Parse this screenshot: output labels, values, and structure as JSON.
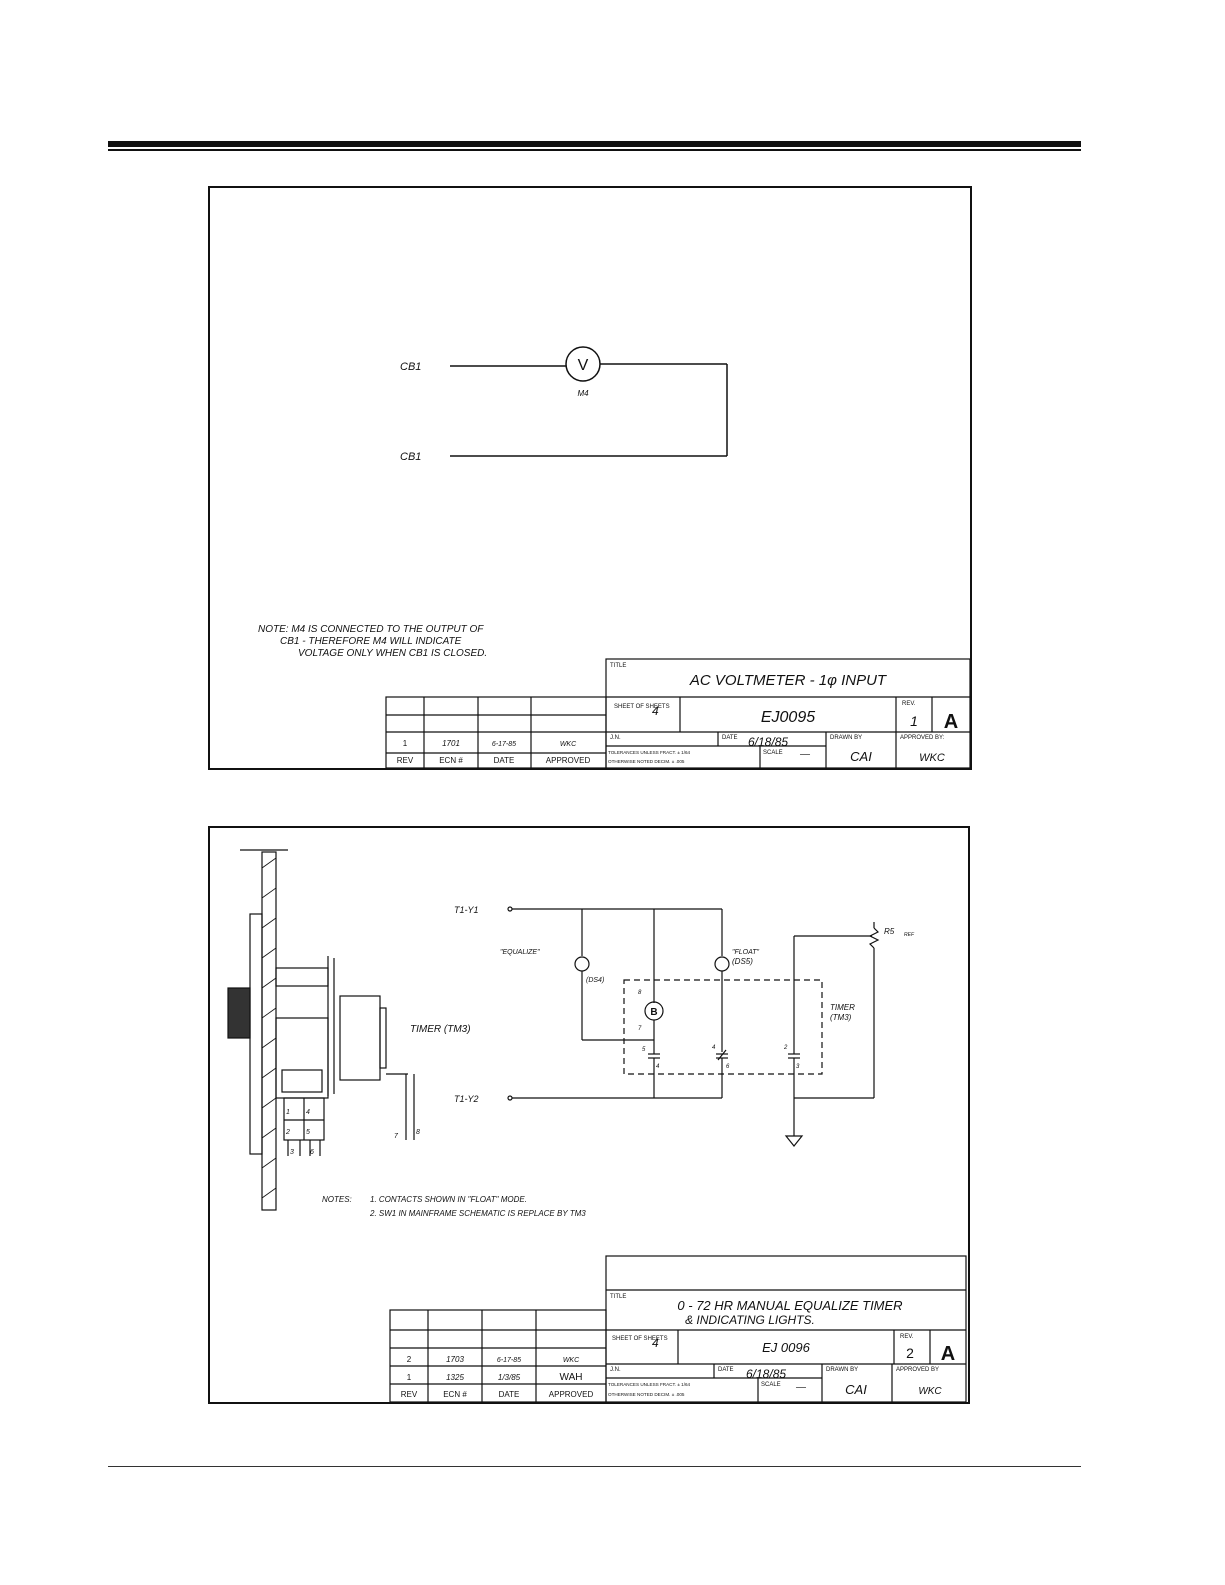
{
  "drawing1": {
    "labels": {
      "cb_top": "CB1",
      "cb_bot": "CB1",
      "meter_symbol": "V",
      "meter_ref": "M4"
    },
    "note_lines": [
      "NOTE: M4 IS CONNECTED TO THE OUTPUT OF",
      "CB1 - THEREFORE M4 WILL INDICATE",
      "VOLTAGE ONLY WHEN CB1 IS CLOSED."
    ],
    "title_block": {
      "title_label": "TITLE",
      "title": "AC VOLTMETER - 1φ INPUT",
      "sheet_label": "SHEET OF SHEETS",
      "sheet_no": "4",
      "drawing_no": "EJ0095",
      "rev_label": "REV.",
      "rev": "1",
      "size": "A",
      "jn_label": "J.N.",
      "date_label": "DATE",
      "date": "6/18/85",
      "drawn_label": "DRAWN BY",
      "drawn_by": "CAI",
      "approved_label": "APPROVED BY:",
      "approved_by": "WKC",
      "tolerance_line1": "TOLERANCES UNLESS FRACT. ± 1/64",
      "tolerance_line2": "OTHERWISE NOTED  DECIM. ± .005",
      "scale_label": "SCALE",
      "scale": "—"
    },
    "revision_table": {
      "headers": [
        "REV",
        "ECN #",
        "DATE",
        "APPROVED"
      ],
      "rows": [
        [
          "1",
          "1701",
          "6-17-85",
          "WKC"
        ]
      ]
    }
  },
  "drawing2": {
    "labels": {
      "t1y1": "T1-Y1",
      "t1y2": "T1-Y2",
      "equalize": "\"EQUALIZE\"",
      "ds4": "(DS4)",
      "float": "\"FLOAT\"",
      "ds5": "(DS5)",
      "b": "B",
      "timer_side": "TIMER (TM3)",
      "timer_box": "TIMER",
      "timer_box_ref": "(TM3)",
      "r5": "R5",
      "r5_ref": "REF",
      "pin_8": "8",
      "pin_7": "7",
      "c5": "5",
      "c4": "4",
      "c4b": "4",
      "c6": "6",
      "c2": "2",
      "c3": "3",
      "pins": [
        "1",
        "4",
        "2",
        "5",
        "3",
        "6"
      ],
      "wire_7": "7",
      "wire_8": "8"
    },
    "notes": {
      "label": "NOTES:",
      "lines": [
        "1. CONTACTS SHOWN IN \"FLOAT\" MODE.",
        "2. SW1 IN MAINFRAME SCHEMATIC IS REPLACE BY TM3"
      ]
    },
    "title_block": {
      "title_label": "TITLE",
      "title_line1": "0 - 72 HR  MANUAL EQUALIZE TIMER",
      "title_line2": "& INDICATING LIGHTS.",
      "sheet_label": "SHEET OF SHEETS",
      "sheet_no": "4",
      "drawing_no": "EJ 0096",
      "rev_label": "REV.",
      "rev": "2",
      "size": "A",
      "jn_label": "J.N.",
      "date_label": "DATE",
      "date": "6/18/85",
      "drawn_label": "DRAWN BY",
      "drawn_by": "CAI",
      "approved_label": "APPROVED BY",
      "approved_by": "WKC",
      "tolerance_line1": "TOLERANCES UNLESS FRACT. ± 1/64",
      "tolerance_line2": "OTHERWISE NOTED  DECIM. ± .005",
      "scale_label": "SCALE",
      "scale": "—"
    },
    "revision_table": {
      "headers": [
        "REV",
        "ECN #",
        "DATE",
        "APPROVED"
      ],
      "rows": [
        [
          "2",
          "1703",
          "6-17-85",
          "WKC"
        ],
        [
          "1",
          "1325",
          "1/3/85",
          "WAH"
        ]
      ]
    }
  }
}
